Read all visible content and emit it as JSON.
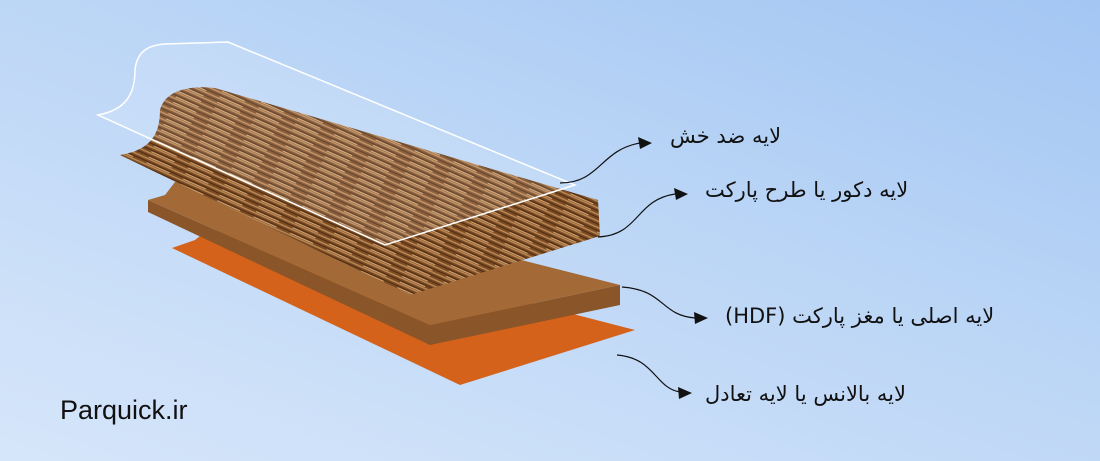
{
  "labels": {
    "scratch_layer": "لایه ضد خش",
    "decor_layer": "لایه دکور یا طرح پارکت",
    "core_layer": "لایه اصلی یا مغز پارکت (HDF)",
    "balance_layer": "لایه بالانس یا لایه تعادل"
  },
  "brand": "Parquick.ir",
  "colors": {
    "hdf": "#a36a38",
    "hdf_side": "#8a5528",
    "balance": "#d4621a",
    "wood": "#7a4a22"
  }
}
